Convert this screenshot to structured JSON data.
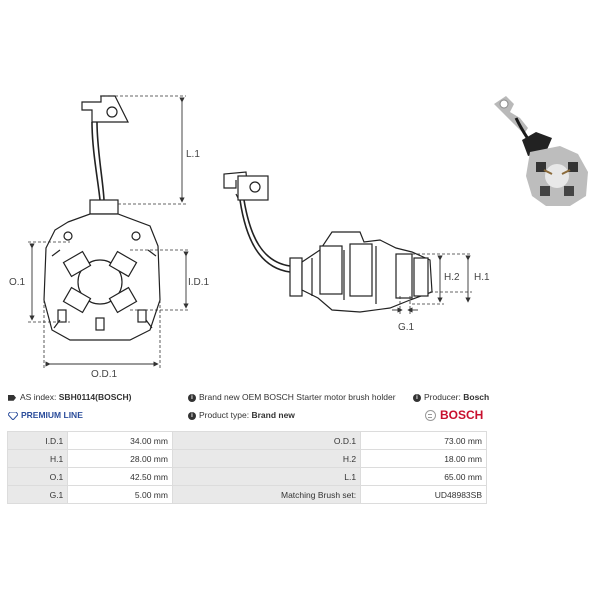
{
  "dimension_labels": {
    "l1": "L.1",
    "o1": "O.1",
    "id1": "I.D.1",
    "od1": "O.D.1",
    "h1": "H.1",
    "h2": "H.2",
    "g1": "G.1"
  },
  "info": {
    "as_index_label": "AS index:",
    "as_index_value": "SBH0114(BOSCH)",
    "premium_line": "PREMIUM LINE",
    "description": "Brand new OEM BOSCH Starter motor brush holder",
    "product_type_label": "Product type:",
    "product_type_value": "Brand new",
    "producer_label": "Producer:",
    "producer_value": "Bosch",
    "brand_logo": "BOSCH"
  },
  "specs": [
    {
      "label1": "I.D.1",
      "value1": "34.00 mm",
      "label2": "O.D.1",
      "value2": "73.00 mm"
    },
    {
      "label1": "H.1",
      "value1": "28.00 mm",
      "label2": "H.2",
      "value2": "18.00 mm"
    },
    {
      "label1": "O.1",
      "value1": "42.50 mm",
      "label2": "L.1",
      "value2": "65.00 mm"
    },
    {
      "label1": "G.1",
      "value1": "5.00 mm",
      "label2": "Matching Brush set:",
      "value2": "UD48983SB"
    }
  ]
}
